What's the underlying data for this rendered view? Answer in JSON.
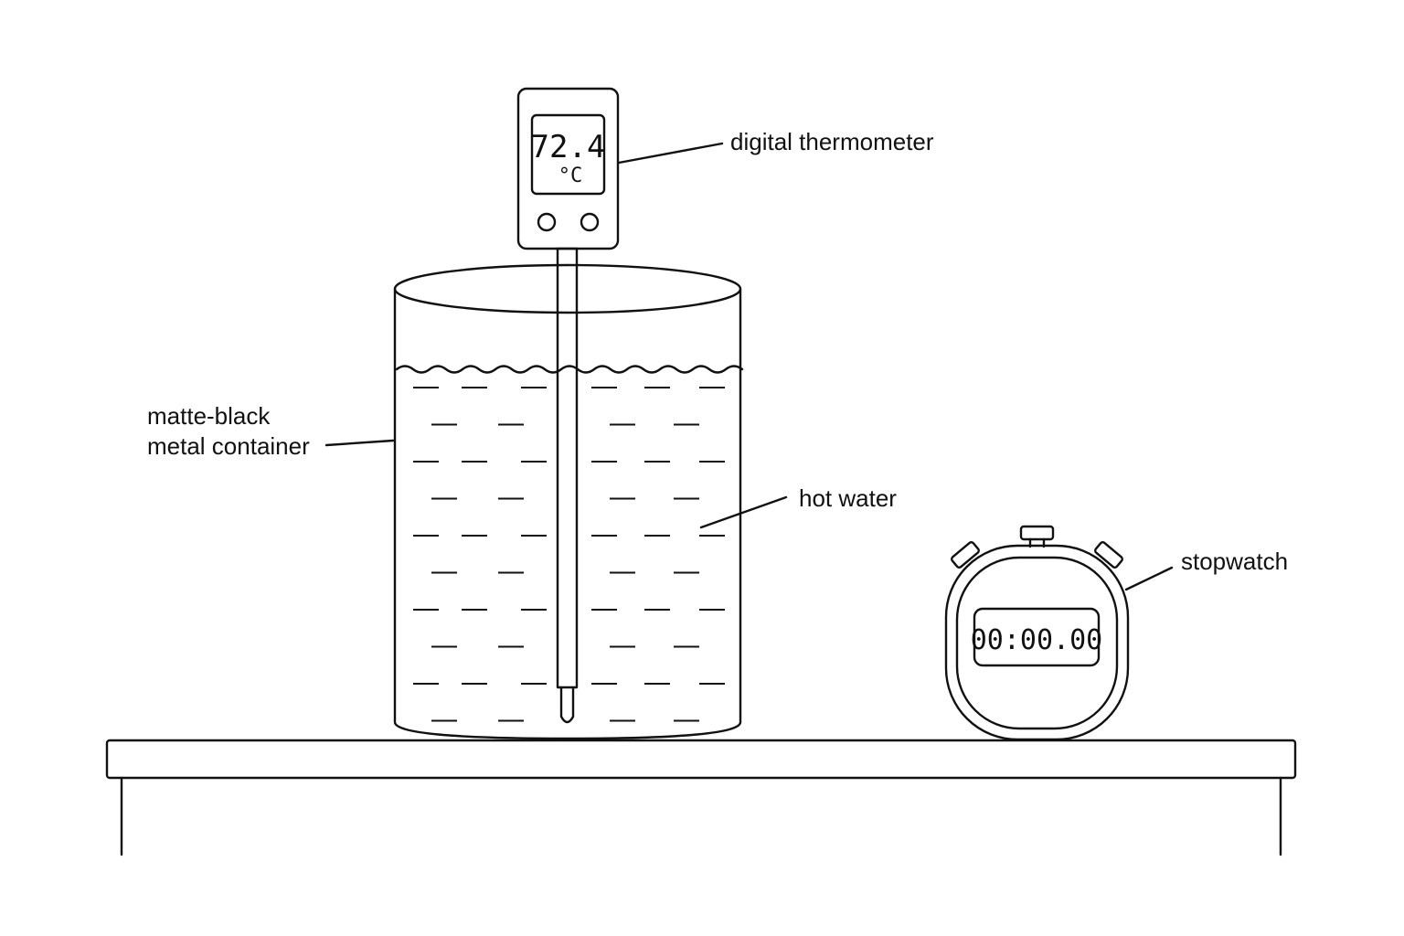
{
  "labels": {
    "thermometer": "digital thermometer",
    "container_line1": "matte-black",
    "container_line2": "metal container",
    "water": "hot water",
    "stopwatch": "stopwatch"
  },
  "thermometer": {
    "reading": "72.4",
    "unit": "°C"
  },
  "stopwatch": {
    "display": "00:00.00"
  }
}
